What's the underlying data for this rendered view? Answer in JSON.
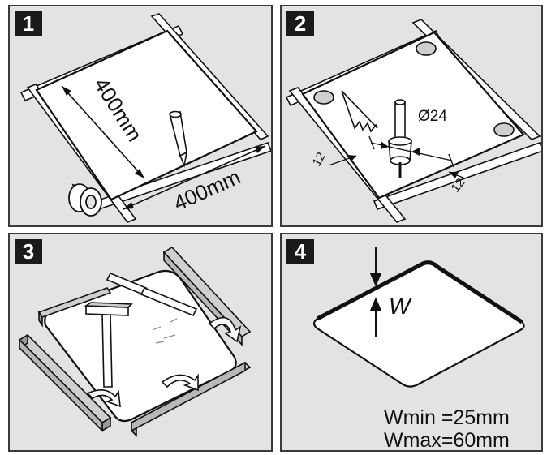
{
  "panels": [
    {
      "step": "1",
      "labels": {
        "side_a": "400mm",
        "side_b": "400mm"
      },
      "icons": [
        "tape-roll-icon",
        "pencil-icon"
      ]
    },
    {
      "step": "2",
      "labels": {
        "hole_diameter": "Ø24",
        "offset_left": "12",
        "offset_bottom": "12"
      },
      "icons": [
        "hole-saw-icon",
        "jigsaw-blade-icon"
      ]
    },
    {
      "step": "3",
      "labels": {},
      "icons": [
        "hammer-icon",
        "chisel-icon",
        "wood-batten-icon",
        "bend-arrow-icon"
      ]
    },
    {
      "step": "4",
      "labels": {
        "width_symbol": "W",
        "w_min": "Wmin =25mm",
        "w_max": "Wmax=60mm"
      },
      "icons": [
        "width-arrow-icon"
      ]
    }
  ],
  "colors": {
    "panel_bg": "#e3e3e3",
    "badge_bg": "#1a1a1a",
    "line": "#111111"
  }
}
